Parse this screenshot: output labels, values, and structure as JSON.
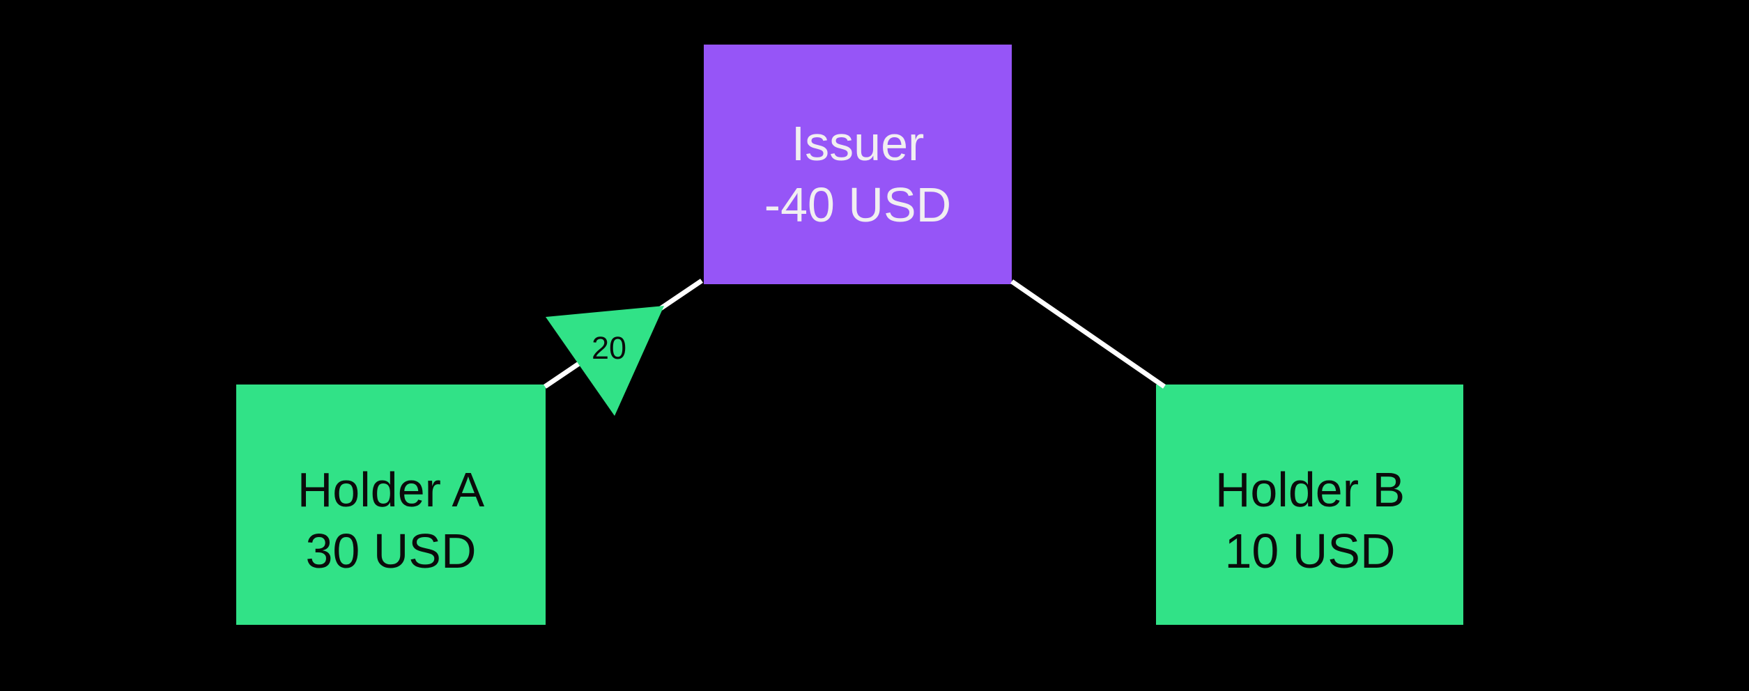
{
  "canvas": {
    "background": "#000000"
  },
  "colors": {
    "issuer_fill": "#9655F7",
    "holder_fill": "#31E287",
    "edge_stroke": "#FFFFFF",
    "issuer_text": "#F1EFF1",
    "holder_text": "#0B0B0B",
    "arrow_fill": "#31E287",
    "arrow_label_text": "#0B0B0B"
  },
  "nodes": {
    "issuer": {
      "name": "Issuer",
      "balance": "-40 USD"
    },
    "holder_a": {
      "name": "Holder A",
      "balance": "30 USD"
    },
    "holder_b": {
      "name": "Holder B",
      "balance": "10 USD"
    }
  },
  "edges": {
    "issuer_holder_a": {
      "amount": "20"
    }
  }
}
